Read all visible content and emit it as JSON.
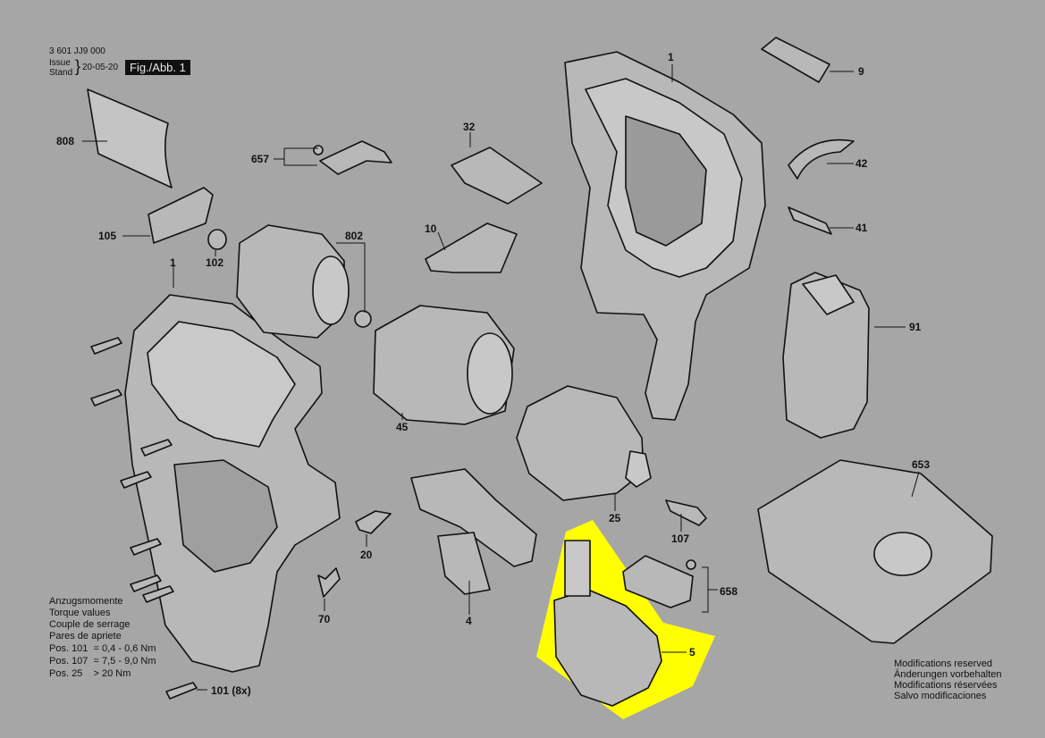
{
  "header": {
    "doc_number": "3 601 JJ9 000",
    "issue_label_en": "Issue",
    "issue_label_de": "Stand",
    "date": "20-05-20",
    "figure_label": "Fig./Abb. 1"
  },
  "parts": {
    "p1_top": "1",
    "p9": "9",
    "p42": "42",
    "p41": "41",
    "p91": "91",
    "p653": "653",
    "p808": "808",
    "p657": "657",
    "p32": "32",
    "p105": "105",
    "p102": "102",
    "p802": "802",
    "p10": "10",
    "p1_left": "1",
    "p45": "45",
    "p25": "25",
    "p107": "107",
    "p20": "20",
    "p70": "70",
    "p4": "4",
    "p658": "658",
    "p5": "5",
    "p101": "101 (8x)"
  },
  "torque": {
    "title_de": "Anzugsmomente",
    "title_en": "Torque values",
    "title_fr": "Couple de serrage",
    "title_es": "Pares de apriete",
    "row1": "Pos. 101  = 0,4 - 0,6 Nm",
    "row2": "Pos. 107  = 7,5 - 9,0 Nm",
    "row3": "Pos. 25    > 20 Nm"
  },
  "modifications": {
    "en": "Modifications reserved",
    "de": "Änderungen vorbehalten",
    "fr": "Modifications réservées",
    "es": "Salvo modificaciones"
  },
  "colors": {
    "background": "#a6a6a6",
    "highlight": "#ffff00",
    "line": "#111111"
  }
}
